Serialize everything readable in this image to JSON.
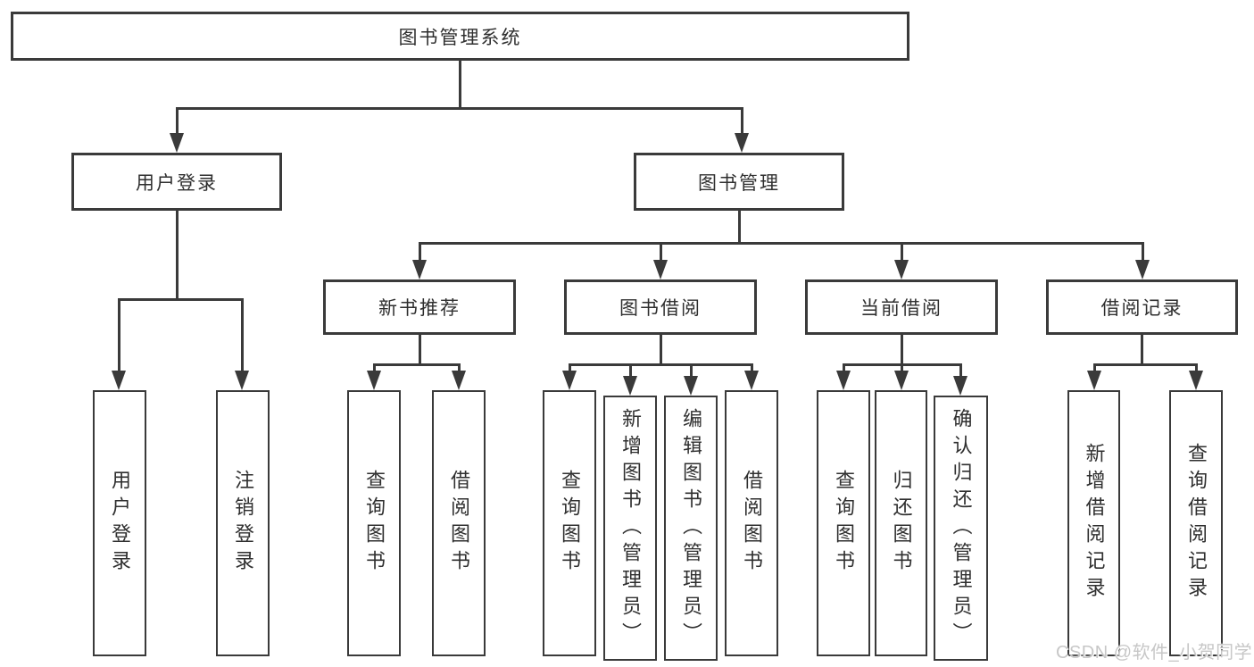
{
  "watermark": "CSDN @软件_小贺同学",
  "colors": {
    "line": "#3a3a3a",
    "text": "#2f2f2f",
    "watermark": "#c7c7c7",
    "background": "#ffffff"
  },
  "tree": {
    "label": "图书管理系统",
    "children": [
      {
        "label": "用户登录",
        "children": [
          {
            "label": "用户登录"
          },
          {
            "label": "注销登录"
          }
        ]
      },
      {
        "label": "图书管理",
        "children": [
          {
            "label": "新书推荐",
            "children": [
              {
                "label": "查询图书"
              },
              {
                "label": "借阅图书"
              }
            ]
          },
          {
            "label": "图书借阅",
            "children": [
              {
                "label": "查询图书"
              },
              {
                "label": "新增图书（管理员）"
              },
              {
                "label": "编辑图书（管理员）"
              },
              {
                "label": "借阅图书"
              }
            ]
          },
          {
            "label": "当前借阅",
            "children": [
              {
                "label": "查询图书"
              },
              {
                "label": "归还图书"
              },
              {
                "label": "确认归还（管理员）"
              }
            ]
          },
          {
            "label": "借阅记录",
            "children": [
              {
                "label": "新增借阅记录"
              },
              {
                "label": "查询借阅记录"
              }
            ]
          }
        ]
      }
    ]
  }
}
